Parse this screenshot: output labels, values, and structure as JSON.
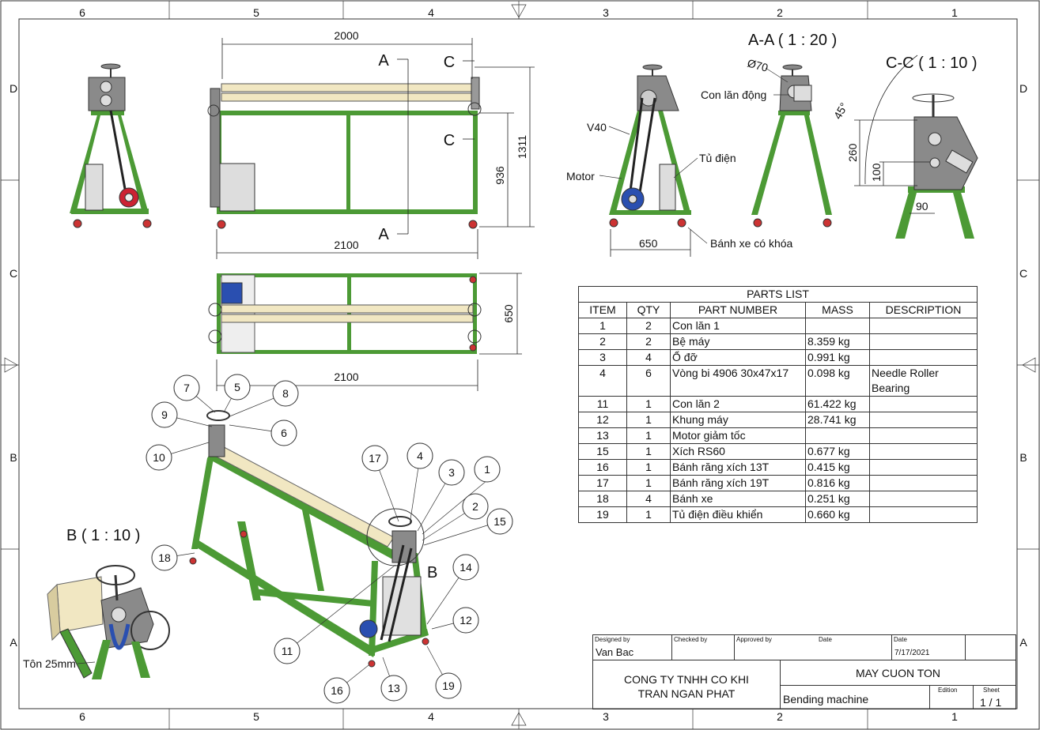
{
  "border": {
    "columns": [
      "6",
      "5",
      "4",
      "3",
      "2",
      "1"
    ],
    "rows": [
      "D",
      "C",
      "B",
      "A"
    ]
  },
  "front_view": {
    "dims": {
      "length_top": "2000",
      "length_bottom": "2100",
      "height_inner": "936",
      "height_total": "1311"
    },
    "section_a": "A",
    "section_c": "C"
  },
  "top_view": {
    "dims": {
      "width": "650",
      "length": "2100"
    }
  },
  "side_view": {
    "labels": {
      "belt": "V40",
      "motor": "Motor",
      "cabinet": "Tủ điện",
      "wheel": "Bánh xe có khóa"
    },
    "dims": {
      "width": "650"
    }
  },
  "section_aa": {
    "title": "A-A ( 1 : 20 )",
    "diameter": "Ø70",
    "roller_label": "Con lăn động"
  },
  "section_cc": {
    "title": "C-C ( 1 : 10 )",
    "angle": "45°",
    "dims": {
      "h1": "260",
      "h2": "100",
      "w": "90"
    }
  },
  "detail_b": {
    "title": "B ( 1 : 10 )",
    "sheet_label": "Tôn 25mm",
    "marker": "B"
  },
  "balloons": [
    "1",
    "2",
    "3",
    "4",
    "5",
    "6",
    "7",
    "8",
    "9",
    "10",
    "11",
    "12",
    "13",
    "14",
    "15",
    "16",
    "17",
    "18",
    "19"
  ],
  "parts_list": {
    "title": "PARTS LIST",
    "headers": [
      "ITEM",
      "QTY",
      "PART NUMBER",
      "MASS",
      "DESCRIPTION"
    ],
    "rows": [
      {
        "item": "1",
        "qty": "2",
        "part": "Con lăn 1",
        "mass": "",
        "desc": ""
      },
      {
        "item": "2",
        "qty": "2",
        "part": "Bệ máy",
        "mass": "8.359 kg",
        "desc": ""
      },
      {
        "item": "3",
        "qty": "4",
        "part": "Ổ đỡ",
        "mass": "0.991 kg",
        "desc": ""
      },
      {
        "item": "4",
        "qty": "6",
        "part": "Vòng bi 4906 30x47x17",
        "mass": "0.098 kg",
        "desc": "Needle Roller Bearing"
      },
      {
        "item": "11",
        "qty": "1",
        "part": "Con lăn 2",
        "mass": "61.422 kg",
        "desc": ""
      },
      {
        "item": "12",
        "qty": "1",
        "part": "Khung máy",
        "mass": "28.741 kg",
        "desc": ""
      },
      {
        "item": "13",
        "qty": "1",
        "part": "Motor giảm tốc",
        "mass": "",
        "desc": ""
      },
      {
        "item": "15",
        "qty": "1",
        "part": "Xích RS60",
        "mass": "0.677 kg",
        "desc": ""
      },
      {
        "item": "16",
        "qty": "1",
        "part": "Bánh răng xích 13T",
        "mass": "0.415 kg",
        "desc": ""
      },
      {
        "item": "17",
        "qty": "1",
        "part": "Bánh răng xích 19T",
        "mass": "0.816 kg",
        "desc": ""
      },
      {
        "item": "18",
        "qty": "4",
        "part": "Bánh xe",
        "mass": "0.251 kg",
        "desc": ""
      },
      {
        "item": "19",
        "qty": "1",
        "part": "Tủ điện điều khiển",
        "mass": "0.660 kg",
        "desc": ""
      }
    ]
  },
  "title_block": {
    "designed_by_label": "Designed by",
    "designed_by": "Van Bac",
    "checked_by_label": "Checked by",
    "approved_by_label": "Approved by",
    "date_label": "Date",
    "date_label2": "Date",
    "date": "7/17/2021",
    "company_line1": "CONG TY TNHH CO KHI",
    "company_line2": "TRAN NGAN PHAT",
    "title": "MAY CUON TON",
    "subtitle": "Bending machine",
    "edition_label": "Edition",
    "sheet_label": "Sheet",
    "sheet": "1 / 1"
  }
}
